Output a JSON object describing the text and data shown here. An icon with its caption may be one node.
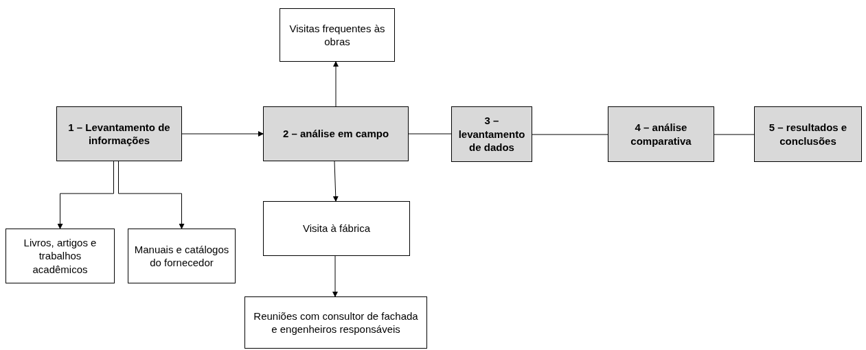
{
  "diagram": {
    "nodes": [
      {
        "text": [
          "Visitas frequentes às obras"
        ]
      },
      {
        "text": [
          "1 – Levantamento de informações"
        ]
      },
      {
        "text": [
          "2 – análise em campo"
        ]
      },
      {
        "text": [
          "3 – levantamento de dados"
        ]
      },
      {
        "text": [
          "4 – análise comparativa"
        ]
      },
      {
        "text": [
          "5 – resultados e conclusões"
        ]
      },
      {
        "text": [
          "Visita à fábrica"
        ]
      },
      {
        "text": [
          "Livros, artigos e trabalhos acadêmicos"
        ]
      },
      {
        "text": [
          "Manuais e catálogos do fornecedor"
        ]
      },
      {
        "text": [
          "Reuniões com consultor de fachada e engenheiros responsáveis"
        ]
      }
    ],
    "edges": [
      {
        "from": 1,
        "to": 2,
        "arrow": "to"
      },
      {
        "from": 2,
        "to": 0,
        "arrow": "to"
      },
      {
        "from": 2,
        "to": 3,
        "arrow": "none"
      },
      {
        "from": 3,
        "to": 4,
        "arrow": "none"
      },
      {
        "from": 4,
        "to": 5,
        "arrow": "none"
      },
      {
        "from": 1,
        "to": 7,
        "arrow": "to"
      },
      {
        "from": 1,
        "to": 8,
        "arrow": "to"
      },
      {
        "from": 2,
        "to": 6,
        "arrow": "to"
      },
      {
        "from": 6,
        "to": 9,
        "arrow": "to"
      }
    ]
  }
}
